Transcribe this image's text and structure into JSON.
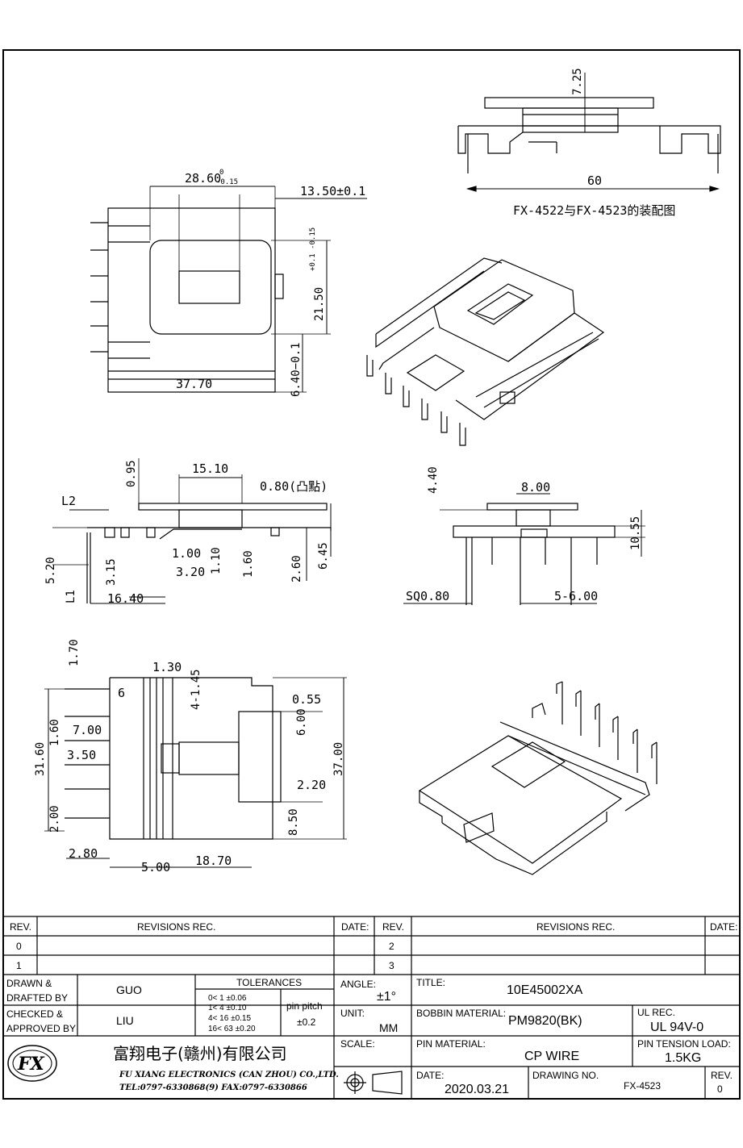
{
  "drawing": {
    "assembly_caption": "FX-4522与FX-4523的装配图",
    "dims": {
      "a_725": "7.25",
      "a_60": "60",
      "t_2860": "28.60",
      "t_2860_tol_top": "0",
      "t_2860_tol_bot": "-0.15",
      "t_1350": "13.50±0.1",
      "t_2150": "21.50",
      "t_2150_tol": "+0.1 -0.15",
      "t_3770": "37.70",
      "t_640": "6.40−0.1",
      "s_095": "0.95",
      "s_1510": "15.10",
      "s_080": "0.80(凸點)",
      "s_L2": "L2",
      "s_520": "5.20",
      "s_L1": "L1",
      "s_315": "3.15",
      "s_100": "1.00",
      "s_320": "3.20",
      "s_110": "1.10",
      "s_160": "1.60",
      "s_260": "2.60",
      "s_645": "6.45",
      "s_1640": "16.40",
      "e_440": "4.40",
      "e_800": "8.00",
      "e_1055": "10.55",
      "e_sq": "SQ0.80",
      "e_pitch": "5-6.00",
      "b_170": "1.70",
      "b_130": "1.30",
      "b_145": "4-1.45",
      "b_055": "0.55",
      "b_600": "6.00",
      "b_700": "7.00",
      "b_160": "1.60",
      "b_350": "3.50",
      "b_3160": "31.60",
      "b_3700": "37.00",
      "b_220": "2.20",
      "b_200": "2.00",
      "b_850": "8.50",
      "b_280": "2.80",
      "b_500": "5.00",
      "b_1870": "18.70",
      "b_6": "6"
    }
  },
  "title_block": {
    "rev_header": "REV.",
    "revisions_header": "REVISIONS   REC.",
    "date_header": "DATE:",
    "rev_rows_left": [
      "0",
      "1"
    ],
    "rev_rows_right": [
      "2",
      "3"
    ],
    "drawn_label": "DRAWN &",
    "drafted_label": "DRAFTED BY",
    "drawn_by": "GUO",
    "checked_label": "CHECKED &",
    "approved_label": "APPROVED BY",
    "approved_by": "LIU",
    "tolerances_label": "TOLERANCES",
    "tolerance_rows": [
      "0<   1    ±0.06",
      "1<   4    ±0.10",
      "4<  16   ±0.15",
      "16<  63  ±0.20"
    ],
    "pin_pitch_label": "pin pitch",
    "pin_pitch_value": "±0.2",
    "angle_label": "ANGLE:",
    "angle_value": "±1°",
    "unit_label": "UNIT:",
    "unit_value": "MM",
    "scale_label": "SCALE:",
    "title_label": "TITLE:",
    "title_value": "10E45002XA",
    "bobbin_material_label": "BOBBIN MATERIAL:",
    "bobbin_material_value": "PM9820(BK)",
    "ul_rec_label": "UL REC.",
    "ul_rec_value": "UL 94V-0",
    "pin_material_label": "PIN MATERIAL:",
    "pin_material_value": "CP WIRE",
    "pin_tension_label": "PIN TENSION LOAD:",
    "pin_tension_value": "1.5KG",
    "date_label": "DATE:",
    "date_value": "2020.03.21",
    "drawing_no_label": "DRAWING NO.",
    "drawing_no_value": "FX-4523",
    "rev_label": "REV.",
    "rev_value": "0",
    "company_cn": "富翔电子(赣州)有限公司",
    "company_en": "FU XIANG ELECTRONICS (CAN ZHOU) CO.,LTD.",
    "contact": "TEL:0797-6330868(9)   FAX:0797-6330866",
    "logo_text": "FX"
  }
}
